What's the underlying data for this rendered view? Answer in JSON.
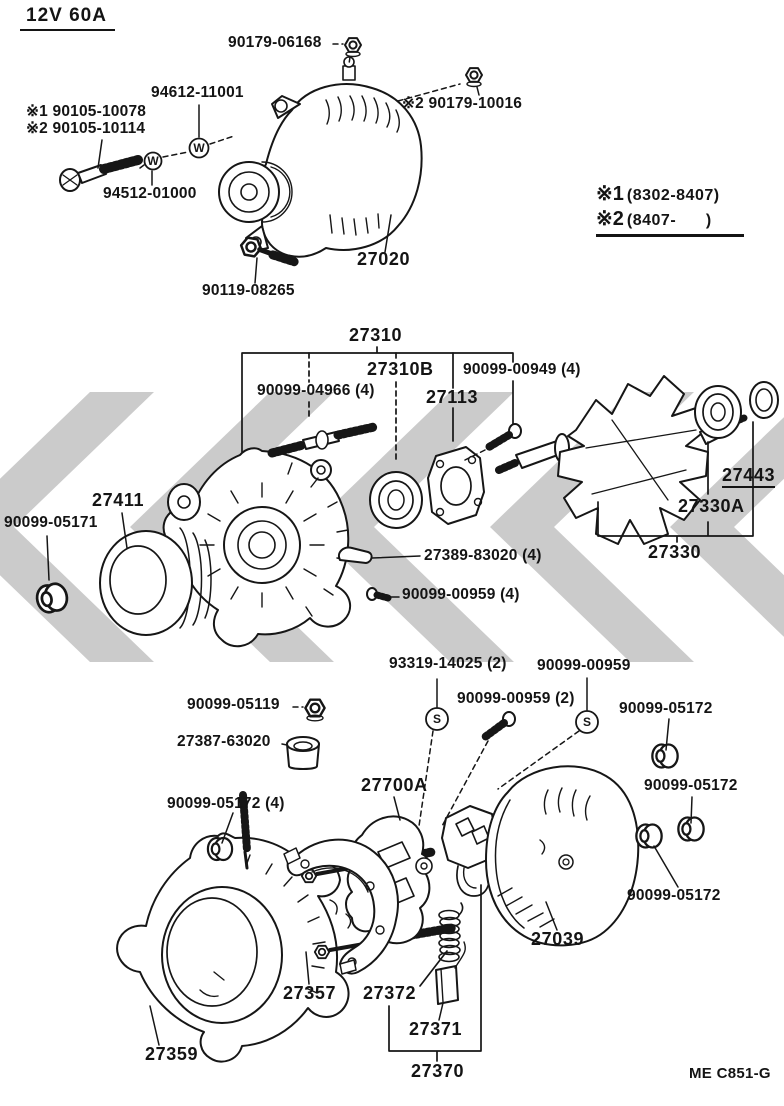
{
  "title": "12V 60A",
  "doc_code": "ME C851-G",
  "symbols": {
    "washer_mark": "W",
    "screw_mark": "S"
  },
  "colors": {
    "line": "#161616",
    "watermark": "#cbcbcb",
    "background": "#ffffff"
  },
  "notes": [
    {
      "mark": "※1",
      "text": "(8302-8407)"
    },
    {
      "mark": "※2",
      "text": "(8407-      )"
    }
  ],
  "sections": {
    "top_assembly": {
      "labels": [
        "90179-06168",
        "94612-11001",
        "※1 90105-10078",
        "※2 90105-10114",
        "94512-01000",
        "※2 90179-10016",
        "27020",
        "90119-08265"
      ]
    },
    "middle_exploded": {
      "labels": [
        "27310",
        "27310B",
        "90099-00949 (4)",
        "90099-04966 (4)",
        "27113",
        "27411",
        "90099-05171",
        "27443",
        "27330A",
        "27330",
        "27389-83020 (4)",
        "90099-00959 (4)"
      ]
    },
    "bottom_exploded": {
      "labels": [
        "93319-14025 (2)",
        "90099-00959",
        "90099-00959 (2)",
        "90099-05119",
        "27387-63020",
        "27700A",
        "90099-05172 (4)",
        "90099-05172",
        "90099-05172",
        "90099-05172",
        "27039",
        "27359",
        "27357",
        "27372",
        "27371",
        "27370"
      ]
    }
  }
}
